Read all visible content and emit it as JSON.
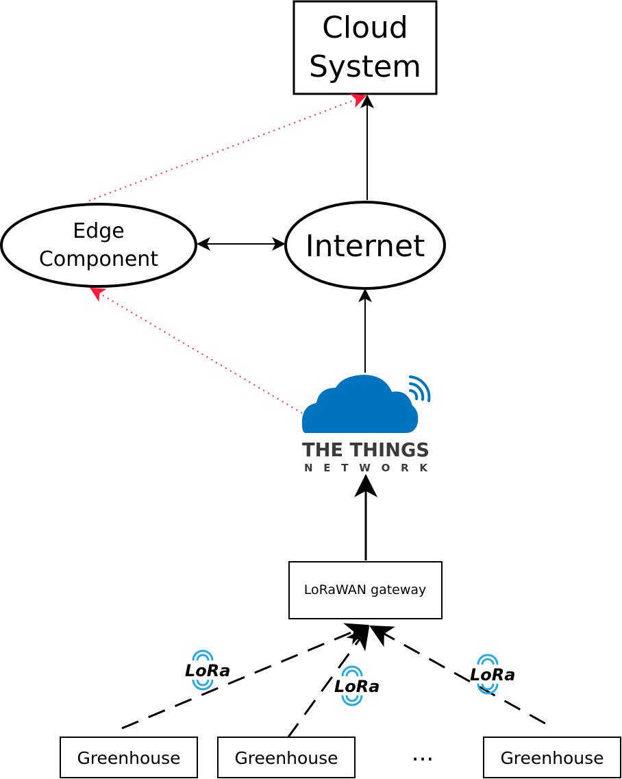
{
  "nodes": {
    "cloud_system": {
      "line1": "Cloud",
      "line2": "System"
    },
    "edge_component": {
      "line1": "Edge",
      "line2": "Component"
    },
    "internet": {
      "label": "Internet"
    },
    "ttn_logo": {
      "title": "THE THINGS",
      "subtitle": "N E T W O R K"
    },
    "gateway": {
      "label": "LoRaWAN gateway"
    },
    "greenhouses": [
      "Greenhouse",
      "Greenhouse",
      "Greenhouse"
    ],
    "ellipsis": "..."
  },
  "lora_badges": [
    "LoRa",
    "LoRa",
    "LoRa"
  ],
  "colors": {
    "stroke": "#000000",
    "dotted_link": "#ff2a44",
    "ttn_blue": "#0073bf",
    "lora_blue": "#29a9e1"
  },
  "icons": {
    "ttn": "cloud-wifi-icon",
    "lora": "lora-signal-icon"
  }
}
